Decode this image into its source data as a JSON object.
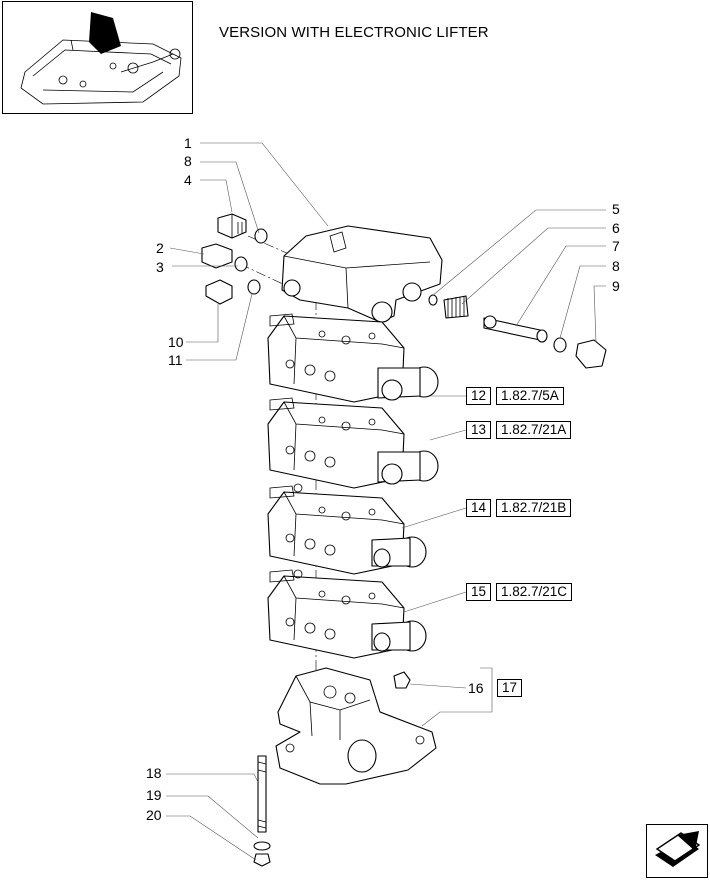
{
  "header": {
    "title": "VERSION WITH ELECTRONIC LIFTER"
  },
  "callouts": [
    {
      "num": "1"
    },
    {
      "num": "8"
    },
    {
      "num": "4"
    },
    {
      "num": "2"
    },
    {
      "num": "3"
    },
    {
      "num": "10"
    },
    {
      "num": "11"
    },
    {
      "num": "5"
    },
    {
      "num": "6"
    },
    {
      "num": "7"
    },
    {
      "num": "8"
    },
    {
      "num": "9"
    },
    {
      "num": "16"
    },
    {
      "num": "18"
    },
    {
      "num": "19"
    },
    {
      "num": "20"
    }
  ],
  "references": [
    {
      "num": "12",
      "ref": "1.82.7/5A"
    },
    {
      "num": "13",
      "ref": "1.82.7/21A"
    },
    {
      "num": "14",
      "ref": "1.82.7/21B"
    },
    {
      "num": "15",
      "ref": "1.82.7/21C"
    },
    {
      "num": "17"
    }
  ],
  "icons": {
    "thumbnail": "tractor-lifter-thumbnail-icon",
    "navigation": "next-page-arrow-icon"
  }
}
